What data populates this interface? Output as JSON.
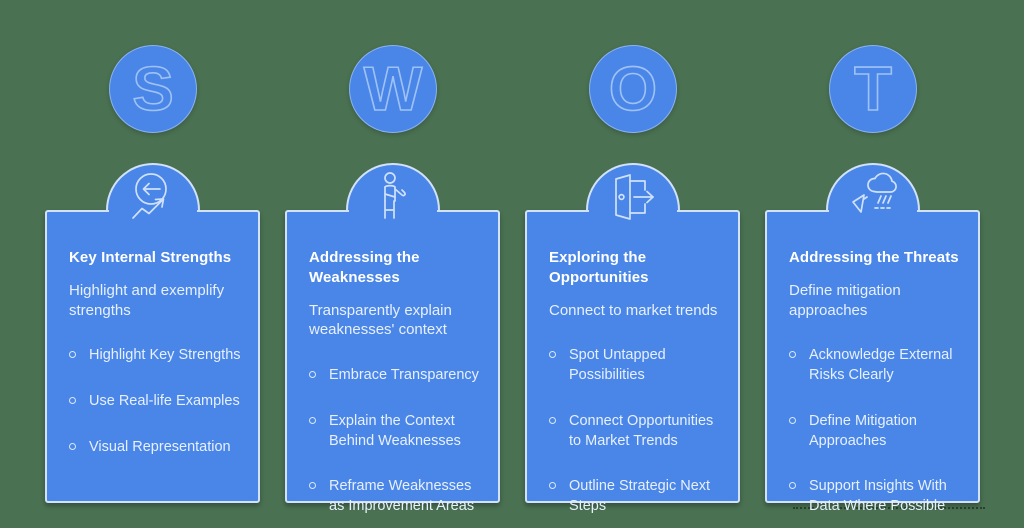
{
  "diagram": {
    "name": "SWOT analysis infographic",
    "background_color": "#4a7152",
    "card_color": "#4a86e8",
    "card_border_color": "#d3e2fb",
    "heading_color": "#ffffff",
    "body_text_color": "#e7f0fd",
    "letter_outline_color": "#9ec2f5"
  },
  "columns": [
    {
      "letter": "S",
      "icon": "converge-arrows-growth-icon",
      "title": "Key Internal Strengths",
      "subtitle": "Highlight and exemplify strengths",
      "bullets": [
        "Highlight Key Strengths",
        "Use Real-life Examples",
        "Visual Representation"
      ]
    },
    {
      "letter": "W",
      "icon": "injured-person-arm-sling-icon",
      "title": "Addressing the Weaknesses",
      "subtitle": "Transparently explain weaknesses' context",
      "bullets": [
        "Embrace Transparency",
        "Explain the Context Behind Weaknesses",
        "Reframe Weaknesses as Improvement Areas"
      ]
    },
    {
      "letter": "O",
      "icon": "open-door-exit-arrow-icon",
      "title": "Exploring the Opportunities",
      "subtitle": "Connect to market trends",
      "bullets": [
        "Spot Untapped Possibilities",
        "Connect Opportunities to Market Trends",
        "Outline Strategic Next Steps"
      ]
    },
    {
      "letter": "T",
      "icon": "storm-cloud-rain-icon",
      "title": "Addressing the Threats",
      "subtitle": "Define mitigation approaches",
      "bullets": [
        "Acknowledge External Risks Clearly",
        "Define Mitigation Approaches",
        "Support Insights With Data Where Possible"
      ]
    }
  ]
}
